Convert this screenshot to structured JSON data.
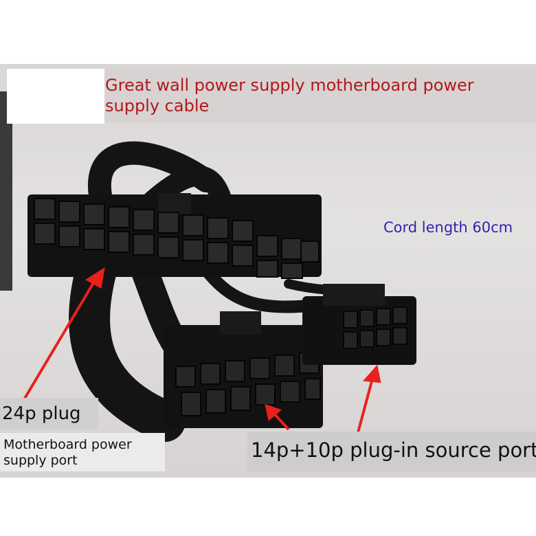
{
  "title": "Great wall power supply motherboard power supply cable",
  "cord_length": "Cord length 60cm",
  "plug_24p": "24p plug",
  "motherboard_port": "Motherboard power supply port",
  "source_port": "14p+10p plug-in source port",
  "colors": {
    "title": "#b3171b",
    "cord": "#3124b0",
    "arrow": "#e8211d",
    "connector": "#121212"
  }
}
